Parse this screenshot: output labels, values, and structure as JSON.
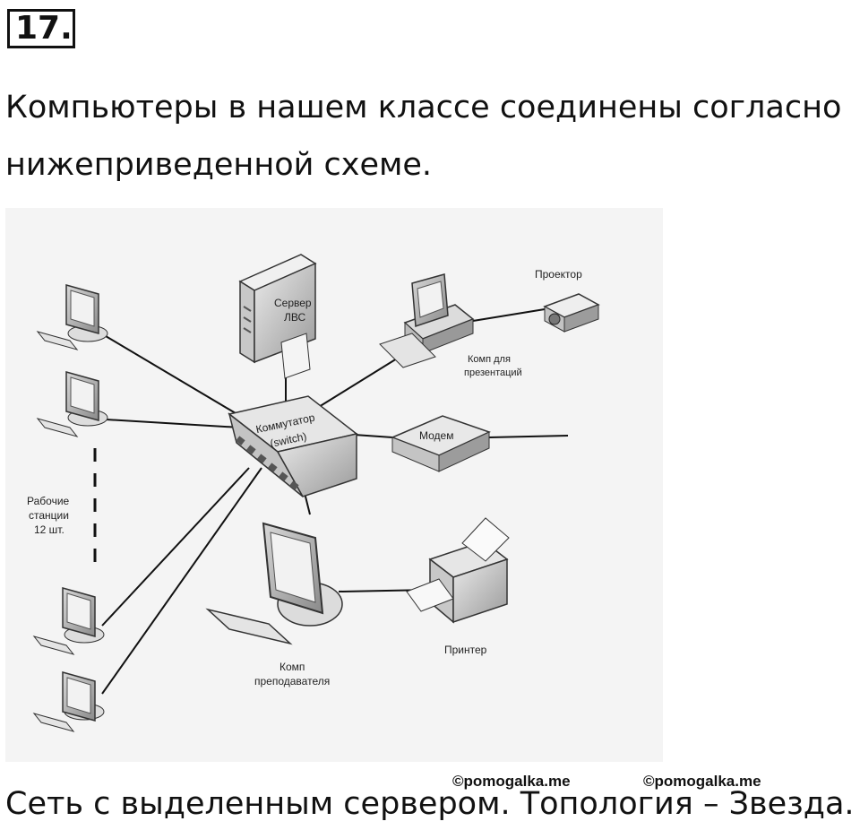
{
  "task": {
    "number": "17.",
    "text": "Компьютеры в нашем классе соединены согласно нижеприведенной схеме."
  },
  "diagram": {
    "labels": {
      "server": [
        "Сервер",
        "ЛВС"
      ],
      "projector": "Проектор",
      "presentation_pc": [
        "Комп для",
        "презентаций"
      ],
      "switch": [
        "Коммутатор",
        "(switch)"
      ],
      "modem": "Модем",
      "workstations": [
        "Рабочие",
        "станции",
        "12 шт."
      ],
      "printer": "Принтер",
      "teacher_pc": [
        "Комп",
        "преподавателя"
      ]
    }
  },
  "watermarks": [
    "©pomogalka.me",
    "©pomogalka.me"
  ],
  "answer": "Сеть с выделенным сервером. Топология – Звезда."
}
